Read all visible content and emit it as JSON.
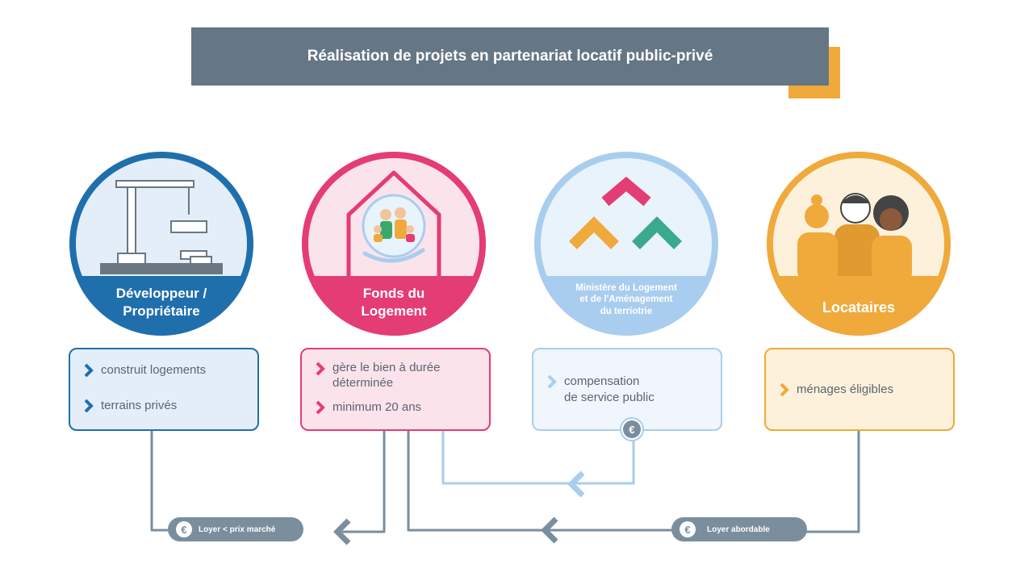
{
  "title": "Réalisation de projets en partenariat locatif public-privé",
  "actors": [
    {
      "label_line1": "Développeur /",
      "label_line2": "Propriétaire",
      "bullets": [
        "construit logements",
        "terrains privés"
      ]
    },
    {
      "label_line1": "Fonds du",
      "label_line2": "Logement",
      "bullets": [
        "gère le bien à durée\ndéterminée",
        "minimum 20 ans"
      ]
    },
    {
      "label_line1": "Ministère du Logement",
      "label_line2": "et de l'Aménagement",
      "label_line3": "du terriotrie",
      "bullets": [
        "compensation\nde service public"
      ]
    },
    {
      "label_line1": "Locataires",
      "bullets": [
        "ménages éligibles"
      ]
    }
  ],
  "flows": {
    "rent_below_market": "Loyer < prix marché",
    "affordable_rent": "Loyer abordable",
    "currency_symbol": "€"
  },
  "colors": {
    "title_bg": "#657684",
    "accent_orange": "#f0a93b",
    "blue_dark": "#1f6fad",
    "pink": "#e43c74",
    "blue_light": "#a9cdee",
    "orange": "#f0a93b",
    "connector": "#7a8e9e",
    "connector_light": "#a9cdee"
  }
}
